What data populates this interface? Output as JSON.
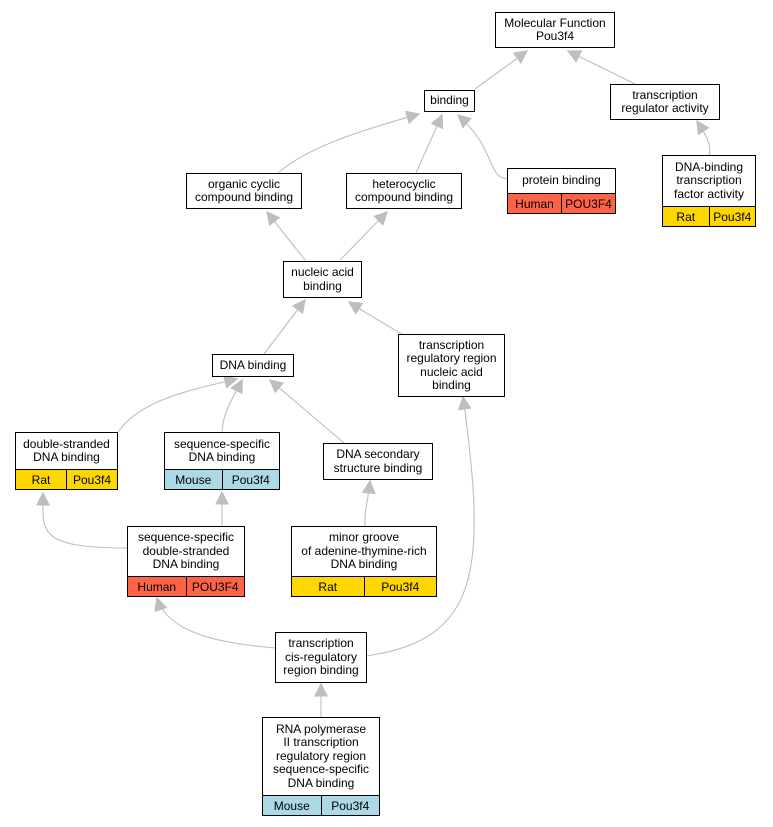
{
  "colors": {
    "edge": "#bebebe",
    "border": "#000000",
    "human": "#ff6347",
    "rat": "#ffd700",
    "mouse": "#add8e6"
  },
  "nodes": {
    "mf_root": {
      "label": "Molecular Function\nPou3f4"
    },
    "binding": {
      "label": "binding"
    },
    "tr_activity": {
      "label": "transcription\nregulator activity"
    },
    "dna_tf_activity": {
      "label": "DNA-binding\ntranscription\nfactor activity",
      "species": "Rat",
      "gene": "Pou3f4"
    },
    "organic_cyclic": {
      "label": "organic cyclic\ncompound binding"
    },
    "heterocyclic": {
      "label": "heterocyclic\ncompound binding"
    },
    "protein_binding": {
      "label": "protein binding",
      "species": "Human",
      "gene": "POU3F4"
    },
    "nucleic_acid": {
      "label": "nucleic acid\nbinding"
    },
    "dna_binding": {
      "label": "DNA binding"
    },
    "tr_region_na": {
      "label": "transcription\nregulatory region\nnucleic acid\nbinding"
    },
    "ds_dna": {
      "label": "double-stranded\nDNA binding",
      "species": "Rat",
      "gene": "Pou3f4"
    },
    "seq_specific": {
      "label": "sequence-specific\nDNA binding",
      "species": "Mouse",
      "gene": "Pou3f4"
    },
    "dna_secondary": {
      "label": "DNA secondary\nstructure binding"
    },
    "seq_ds": {
      "label": "sequence-specific\ndouble-stranded\nDNA binding",
      "species": "Human",
      "gene": "POU3F4"
    },
    "minor_groove": {
      "label": "minor groove\nof adenine-thymine-rich\nDNA binding",
      "species": "Rat",
      "gene": "Pou3f4"
    },
    "cis_reg": {
      "label": "transcription\ncis-regulatory\nregion binding"
    },
    "rnap2": {
      "label": "RNA polymerase\nII transcription\nregulatory region\nsequence-specific\nDNA binding",
      "species": "Mouse",
      "gene": "Pou3f4"
    }
  }
}
